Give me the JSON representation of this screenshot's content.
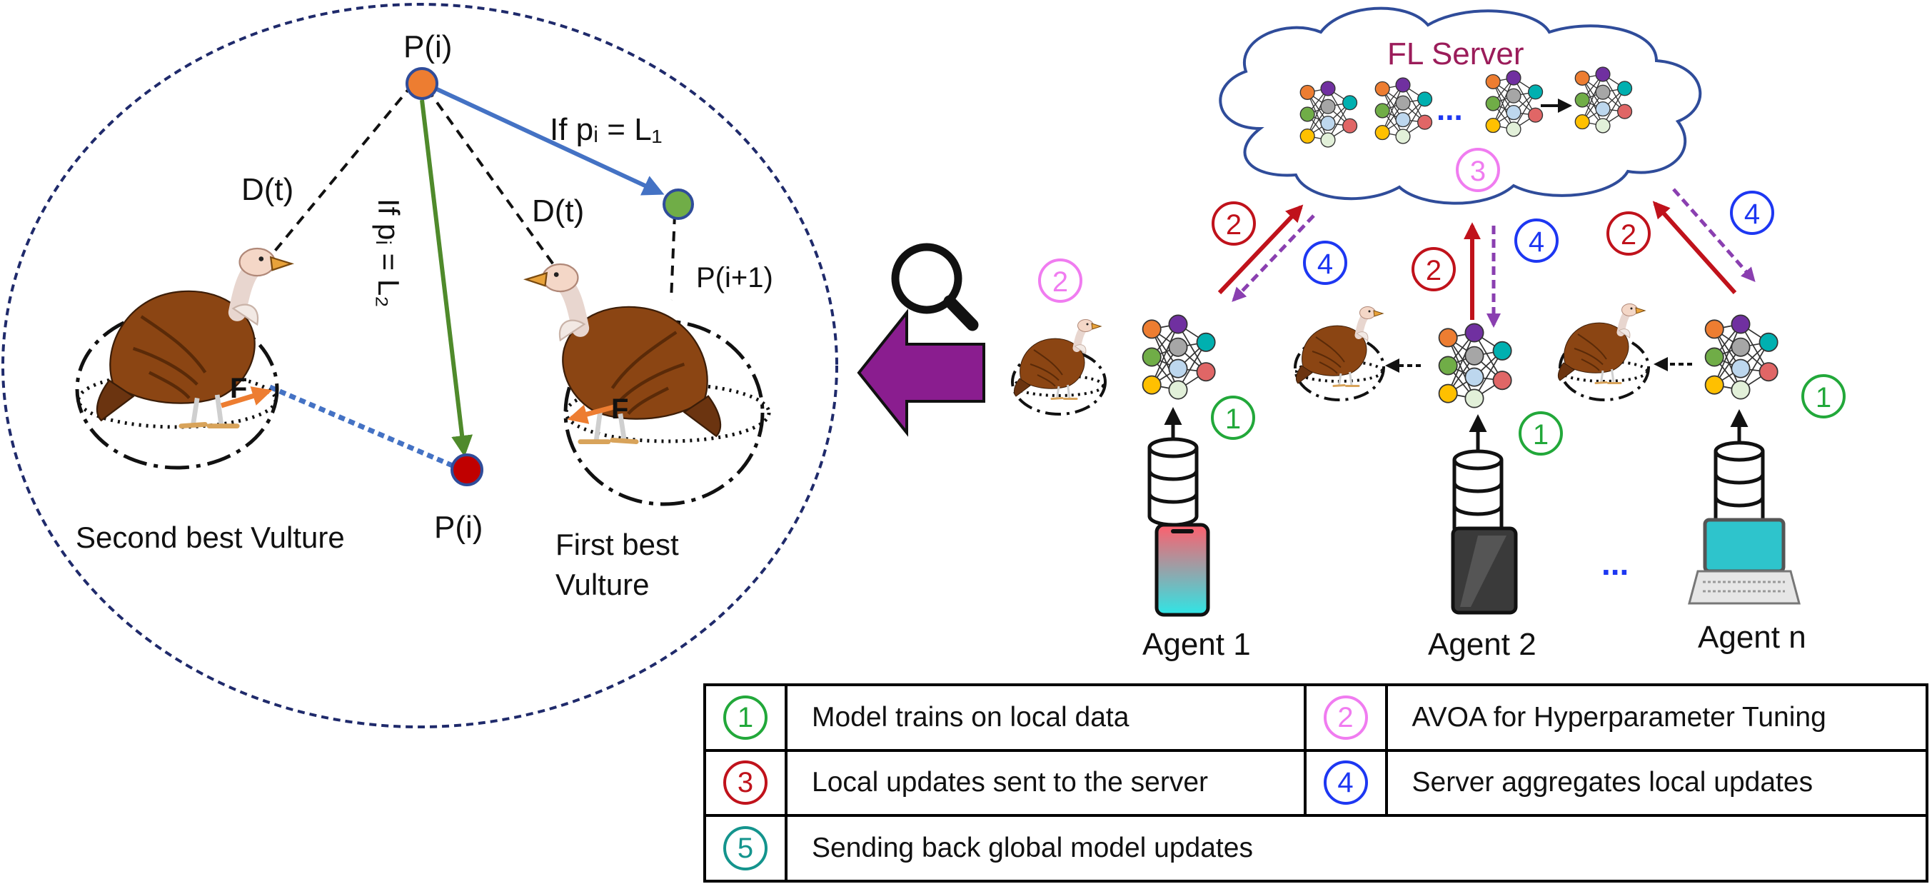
{
  "colors": {
    "green": "#22a83a",
    "pink": "#f07cf0",
    "red": "#c0121b",
    "blue": "#1d37f2",
    "teal": "#14948d",
    "purple": "#8a1d8f",
    "server_title": "#9b1c5a",
    "arrow_blue": "#4472c4",
    "arrow_green": "#4f8a2b",
    "arrow_orange": "#ed7d31",
    "dark_navy": "#1f2a6b",
    "cloud_border": "#2f4c9a"
  },
  "avoa": {
    "top_point": "P(i)",
    "bottom_point": "P(i)",
    "rule_blue": "If pᵢ = L₁",
    "rule_green": "If pᵢ = L₂",
    "dist_left": "D(t)",
    "dist_right": "D(t)",
    "next_point": "P(i+1)",
    "force_left": "F",
    "force_right": "F",
    "second_best": "Second best Vulture",
    "first_best_line1": "First best",
    "first_best_line2": "Vulture"
  },
  "server": {
    "title": "FL Server",
    "ellipsis": "...",
    "step": "3"
  },
  "flow": {
    "step1": "1",
    "step2": "2",
    "step4": "4"
  },
  "agents": [
    {
      "label": "Agent 1",
      "device": "smartphone-icon"
    },
    {
      "label": "Agent 2",
      "device": "tablet-icon"
    },
    {
      "label": "Agent n",
      "device": "laptop-icon"
    }
  ],
  "agents_ellipsis": "...",
  "legend": [
    {
      "num": "1",
      "text": "Model trains on local data",
      "color": "green"
    },
    {
      "num": "2",
      "text": "AVOA for Hyperparameter Tuning",
      "color": "pink"
    },
    {
      "num": "3",
      "text": "Local updates sent to the server",
      "color": "red"
    },
    {
      "num": "4",
      "text": "Server aggregates local updates",
      "color": "blue"
    },
    {
      "num": "5",
      "text": "Sending back global model updates",
      "color": "teal"
    }
  ]
}
